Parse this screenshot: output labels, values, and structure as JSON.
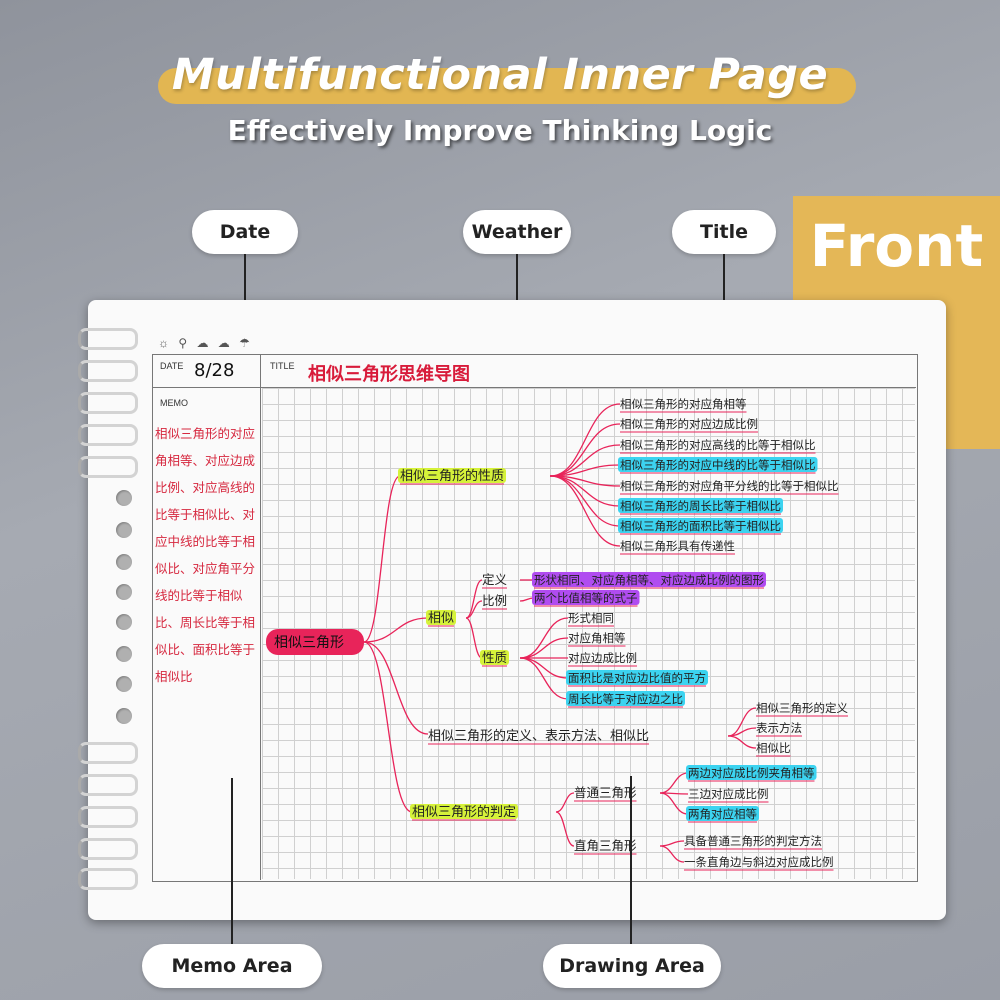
{
  "header": {
    "title": "Multifunctional Inner Page",
    "subtitle": "Effectively Improve Thinking Logic"
  },
  "side_label": "Front",
  "callouts": {
    "date": "Date",
    "weather": "Weather",
    "title": "Title",
    "memo_area": "Memo Area",
    "drawing_area": "Drawing Area"
  },
  "page": {
    "weather_icons": "☼ ⚲ ☁ ☁ ☂",
    "date_label": "DATE",
    "date_value": "8/28",
    "title_label": "TITLE",
    "title_value": "相似三角形思维导图",
    "memo_label": "MEMO",
    "memo_text": "相似三角形的对应角相等、对应边成比例、对应高线的比等于相似比、对应中线的比等于相似比、对应角平分线的比等于相似比、周长比等于相似比、面积比等于相似比"
  },
  "mindmap": {
    "root": "相似三角形",
    "branches": [
      {
        "label": "相似三角形的性质",
        "children": [
          "相似三角形的对应角相等",
          "相似三角形的对应边成比例",
          "相似三角形的对应高线的比等于相似比",
          "相似三角形的对应中线的比等于相似比",
          "相似三角形的对应角平分线的比等于相似比",
          "相似三角形的周长比等于相似比",
          "相似三角形的面积比等于相似比",
          "相似三角形具有传递性"
        ]
      },
      {
        "label": "相似",
        "sub": [
          {
            "label": "定义",
            "children": [
              "形状相同、对应角相等、对应边成比例的图形"
            ]
          },
          {
            "label": "比例",
            "children": [
              "两个比值相等的式子"
            ]
          },
          {
            "label": "性质",
            "children": [
              "形式相同",
              "对应角相等",
              "对应边成比例",
              "面积比是对应边比值的平方",
              "周长比等于对应边之比"
            ]
          }
        ]
      },
      {
        "label": "相似三角形的定义、表示方法、相似比",
        "children": [
          "相似三角形的定义",
          "表示方法",
          "相似比"
        ]
      },
      {
        "label": "相似三角形的判定",
        "sub": [
          {
            "label": "普通三角形",
            "children": [
              "两边对应成比例夹角相等",
              "三边对应成比例",
              "两角对应相等"
            ]
          },
          {
            "label": "直角三角形",
            "children": [
              "具备普通三角形的判定方法",
              "一条直角边与斜边对应成比例"
            ]
          }
        ]
      }
    ]
  },
  "colors": {
    "accent_gold": "#e2b652",
    "pink": "#e8245a",
    "lime": "#d6f23a",
    "cyan": "#3cd3f0",
    "purple": "#b04cf0",
    "red_ink": "#d6283f"
  }
}
